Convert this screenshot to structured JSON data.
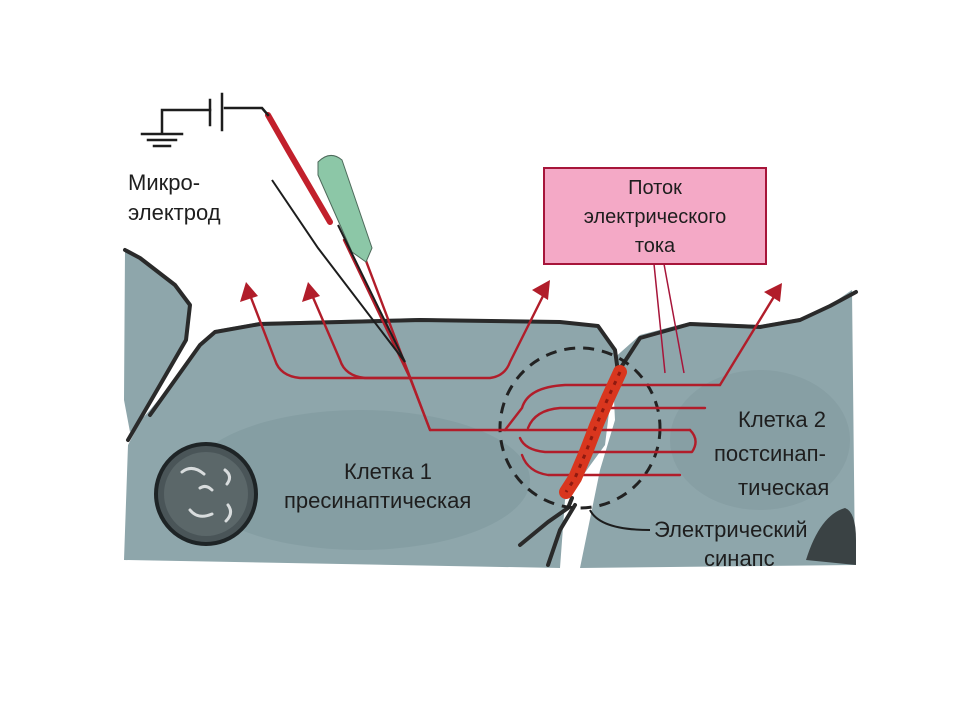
{
  "labels": {
    "microelectrode_line1": "Микро-",
    "microelectrode_line2": "электрод",
    "current_flow_line1": "Поток",
    "current_flow_line2": "электрического",
    "current_flow_line3": "тока",
    "cell1_line1": "Клетка 1",
    "cell1_line2": "пресинаптическая",
    "cell2_line1": "Клетка 2",
    "cell2_line2": "постсинап-",
    "cell2_line3": "тическая",
    "synapse_line1": "Электрический",
    "synapse_line2": "синапс"
  },
  "colors": {
    "cell_fill": "#8ea6ab",
    "cell_outline": "#2a2a2a",
    "current_lines": "#b11d2a",
    "label_box_fill": "#f4a9c6",
    "label_box_border": "#a7153a",
    "electrode_glass": "#8cc7a7",
    "gap_junction": "#d9361e"
  }
}
